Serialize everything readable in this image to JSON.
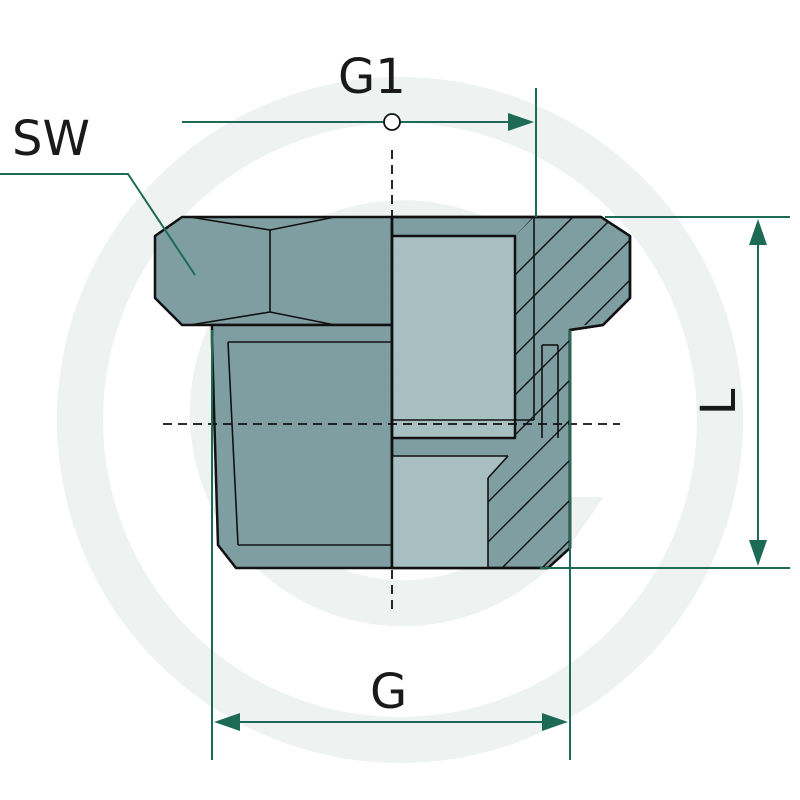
{
  "labels": {
    "sw": "SW",
    "g1": "G1",
    "l": "L",
    "g": "G"
  },
  "colors": {
    "body_fill": "#7f9ea2",
    "section_fill": "#a9c0c2",
    "dimension_line": "#1e6b55",
    "watermark": "#eef2f1",
    "outline": "#111111"
  }
}
